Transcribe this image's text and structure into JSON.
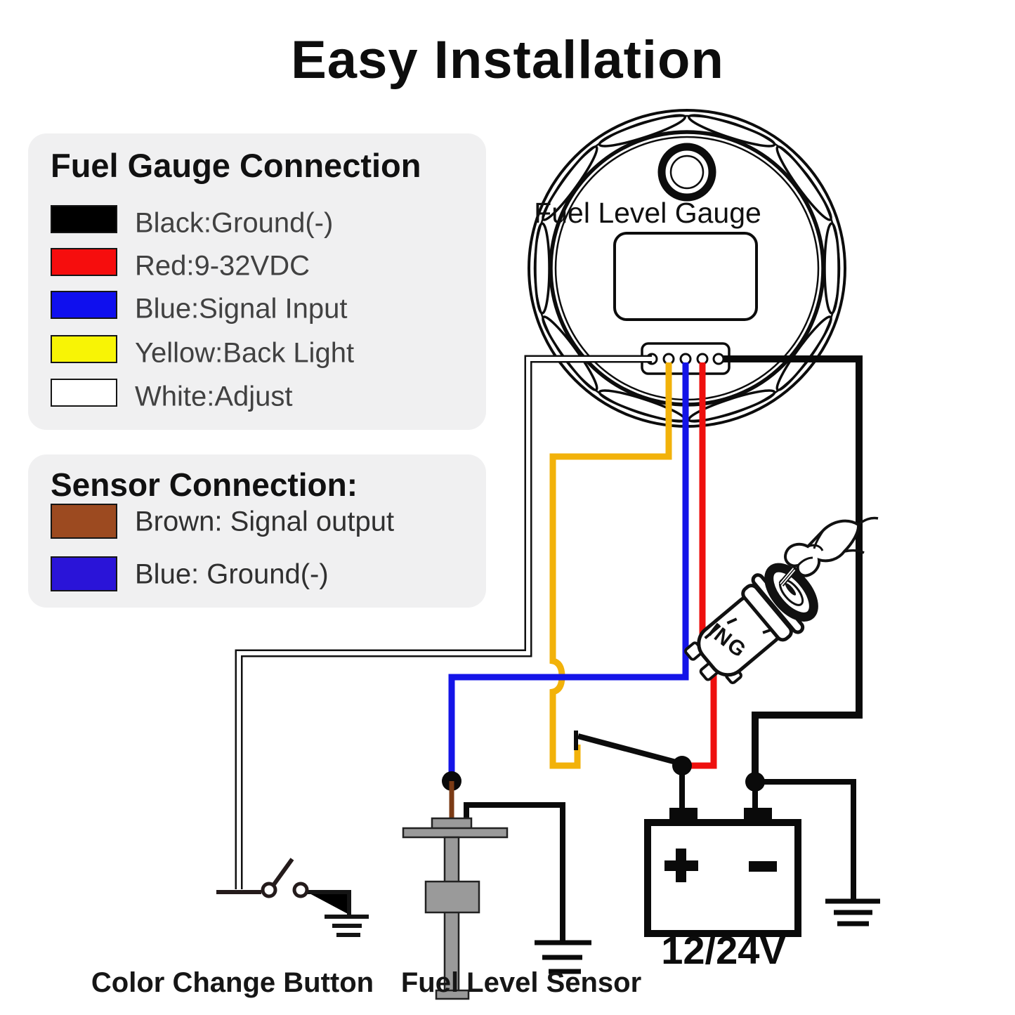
{
  "header": {
    "title": "Easy Installation"
  },
  "colors": {
    "wire_black": "#0a0a0a",
    "wire_red": "#ee100e",
    "wire_blue": "#1414e8",
    "wire_yellow": "#f2b20a",
    "wire_white": "#ffffff",
    "wire_brown": "#7b3b15",
    "sensor_gray": "#9a9a9a",
    "legend_bg": "#f0f0f1",
    "swatch_black": "#000000",
    "swatch_red": "#f60d0d",
    "swatch_blue": "#0f0fee",
    "swatch_yellow": "#f8f405",
    "swatch_white": "#ffffff",
    "swatch_brown": "#9c4a20",
    "swatch_sensor_blue": "#2a14d8"
  },
  "legend_fuel_gauge": {
    "title": "Fuel Gauge Connection",
    "items": [
      {
        "color_name": "black",
        "label": "Black:Ground(-)"
      },
      {
        "color_name": "red",
        "label": "Red:9-32VDC"
      },
      {
        "color_name": "blue",
        "label": "Blue:Signal Input"
      },
      {
        "color_name": "yellow",
        "label": "Yellow:Back Light"
      },
      {
        "color_name": "white",
        "label": "White:Adjust"
      }
    ]
  },
  "legend_sensor": {
    "title": "Sensor Connection:",
    "items": [
      {
        "color_name": "brown",
        "label": "Brown: Signal output"
      },
      {
        "color_name": "blue",
        "label": "Blue: Ground(-)"
      }
    ]
  },
  "diagram": {
    "gauge_label": "Fuel Level Gauge",
    "battery_label": "12/24V",
    "ignition_label": "ING",
    "button_label": "Color Change Button",
    "sensor_label": "Fuel Level Sensor"
  }
}
